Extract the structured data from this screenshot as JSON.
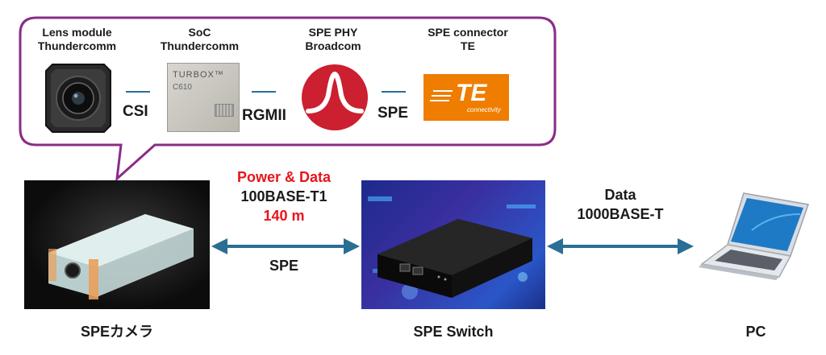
{
  "module": {
    "lens": {
      "line1": "Lens module",
      "line2": "Thundercomm"
    },
    "soc": {
      "line1": "SoC",
      "line2": "Thundercomm",
      "chip_brand": "TURBOX™",
      "chip_model": "C610"
    },
    "phy": {
      "line1": "SPE PHY",
      "line2": "Broadcom"
    },
    "connector": {
      "line1": "SPE connector",
      "line2": "TE",
      "logo_text": "TE",
      "logo_sub": "connectivity"
    },
    "links": {
      "csi": "CSI",
      "rgmii": "RGMII",
      "spe": "SPE"
    }
  },
  "link_camera_switch": {
    "line1": "Power & Data",
    "line2": "100BASE-T1",
    "line3": "140 m",
    "bottom": "SPE"
  },
  "link_switch_pc": {
    "line1": "Data",
    "line2": "1000BASE-T"
  },
  "captions": {
    "camera": "SPEカメラ",
    "switch": "SPE Switch",
    "pc": "PC"
  },
  "colors": {
    "callout_border": "#8a2c86",
    "arrow": "#2a6e94",
    "red_text": "#e8141c",
    "te_orange": "#ef7d00"
  }
}
